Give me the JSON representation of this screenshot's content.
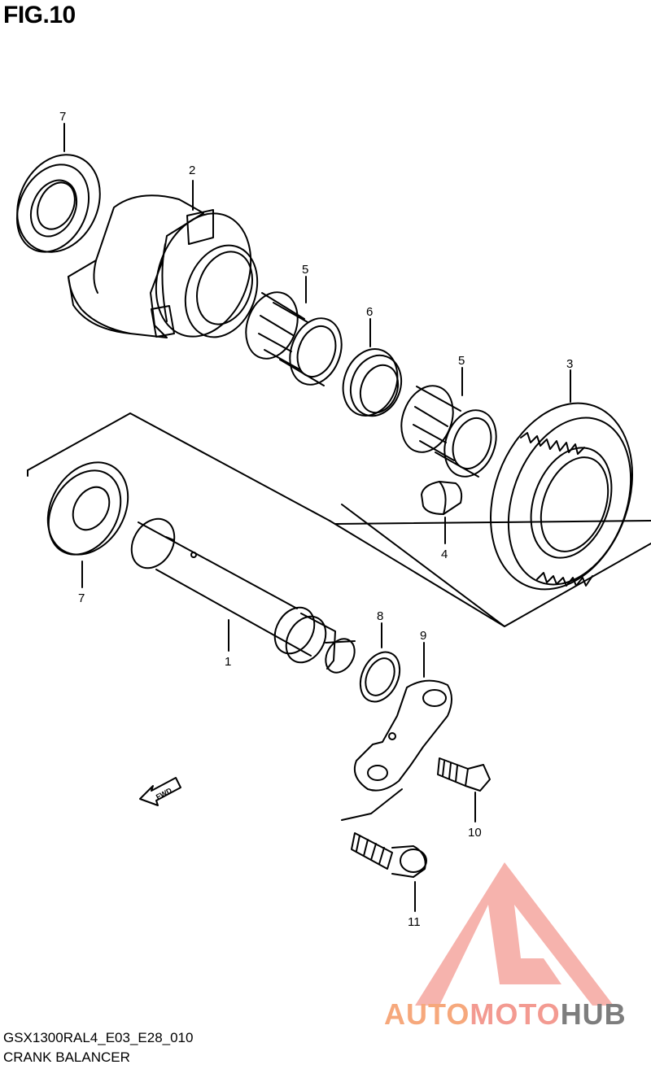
{
  "figure": {
    "title": "FIG.10",
    "code": "GSX1300RAL4_E03_E28_010",
    "caption": "CRANK BALANCER"
  },
  "callouts": [
    "7",
    "2",
    "5",
    "6",
    "5",
    "3",
    "4",
    "7",
    "1",
    "8",
    "9",
    "10",
    "11"
  ],
  "fwd_label": "FWD",
  "watermark": {
    "part1": "AUTO",
    "part2": "MOTO",
    "part3": "HUB",
    "colors": [
      "#f6a87c",
      "#f39a91",
      "#7d7d7d"
    ]
  }
}
